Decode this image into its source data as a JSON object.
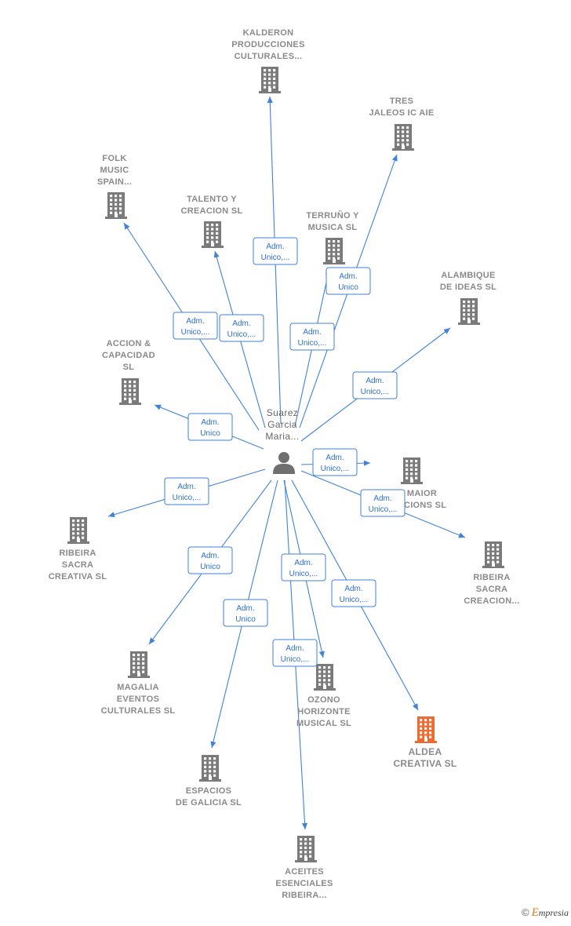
{
  "person": {
    "label_lines": [
      "Suarez",
      "Garcia",
      "Maria..."
    ],
    "icon": "person-icon"
  },
  "colors": {
    "edge": "#3f82d8",
    "building": "#7a7a7a",
    "building_highlight": "#ef6a2e",
    "label": "#8a8a8a"
  },
  "companies": [
    {
      "id": "kalderon",
      "lines": [
        "KALDERON",
        "PRODUCCIONES",
        "CULTURALES..."
      ],
      "icon": "building-icon",
      "highlight": false
    },
    {
      "id": "tres-jaleos",
      "lines": [
        "TRES",
        "JALEOS IC AIE"
      ],
      "icon": "building-icon",
      "highlight": false
    },
    {
      "id": "folk-music",
      "lines": [
        "FOLK",
        "MUSIC",
        "SPAIN..."
      ],
      "icon": "building-icon",
      "highlight": false
    },
    {
      "id": "talento",
      "lines": [
        "TALENTO Y",
        "CREACION  SL"
      ],
      "icon": "building-icon",
      "highlight": false
    },
    {
      "id": "terruno",
      "lines": [
        "TERRUÑO Y",
        "MUSICA  SL"
      ],
      "icon": "building-icon",
      "highlight": false
    },
    {
      "id": "alambique",
      "lines": [
        "ALAMBIQUE",
        "DE IDEAS  SL"
      ],
      "icon": "building-icon",
      "highlight": false
    },
    {
      "id": "accion",
      "lines": [
        "ACCION &",
        "CAPACIDAD",
        "SL"
      ],
      "icon": "building-icon",
      "highlight": false
    },
    {
      "id": "maior",
      "lines": [
        "MAIOR",
        "CCIONS SL"
      ],
      "icon": "building-icon",
      "highlight": false
    },
    {
      "id": "ribeira-creativa",
      "lines": [
        "RIBEIRA",
        "SACRA",
        "CREATIVA  SL"
      ],
      "icon": "building-icon",
      "highlight": false
    },
    {
      "id": "ribeira-creacion",
      "lines": [
        "RIBEIRA",
        "SACRA",
        "CREACION..."
      ],
      "icon": "building-icon",
      "highlight": false
    },
    {
      "id": "magalia",
      "lines": [
        "MAGALIA",
        "EVENTOS",
        "CULTURALES SL"
      ],
      "icon": "building-icon",
      "highlight": false
    },
    {
      "id": "ozono",
      "lines": [
        "OZONO",
        "HORIZONTE",
        "MUSICAL  SL"
      ],
      "icon": "building-icon",
      "highlight": false
    },
    {
      "id": "aldea",
      "lines": [
        "ALDEA",
        "CREATIVA  SL"
      ],
      "icon": "building-icon",
      "highlight": true
    },
    {
      "id": "espacios",
      "lines": [
        "ESPACIOS",
        "DE GALICIA  SL"
      ],
      "icon": "building-icon",
      "highlight": false
    },
    {
      "id": "aceites",
      "lines": [
        "ACEITES",
        "ESENCIALES",
        "RIBEIRA..."
      ],
      "icon": "building-icon",
      "highlight": false
    }
  ],
  "relations": [
    {
      "target": "kalderon",
      "lines": [
        "Adm.",
        "Unico,..."
      ]
    },
    {
      "target": "tres-jaleos",
      "lines": [
        "Adm.",
        "Unico"
      ]
    },
    {
      "target": "folk-music",
      "lines": [
        "Adm.",
        "Unico,..."
      ]
    },
    {
      "target": "talento",
      "lines": [
        "Adm.",
        "Unico,..."
      ]
    },
    {
      "target": "terruno",
      "lines": [
        "Adm.",
        "Unico,..."
      ]
    },
    {
      "target": "alambique",
      "lines": [
        "Adm.",
        "Unico,..."
      ]
    },
    {
      "target": "accion",
      "lines": [
        "Adm.",
        "Unico"
      ]
    },
    {
      "target": "maior",
      "lines": [
        "Adm.",
        "Unico,..."
      ]
    },
    {
      "target": "ribeira-creativa",
      "lines": [
        "Adm.",
        "Unico,..."
      ]
    },
    {
      "target": "ribeira-creacion",
      "lines": [
        "Adm.",
        "Unico,..."
      ]
    },
    {
      "target": "magalia",
      "lines": [
        "Adm.",
        "Unico"
      ]
    },
    {
      "target": "ozono",
      "lines": [
        "Adm.",
        "Unico,..."
      ]
    },
    {
      "target": "aldea",
      "lines": [
        "Adm.",
        "Unico,..."
      ]
    },
    {
      "target": "espacios",
      "lines": [
        "Adm.",
        "Unico"
      ]
    },
    {
      "target": "aceites",
      "lines": [
        "Adm.",
        "Unico,..."
      ]
    }
  ],
  "brand": {
    "copyright": "©",
    "initial": "E",
    "rest": "mpresia"
  }
}
